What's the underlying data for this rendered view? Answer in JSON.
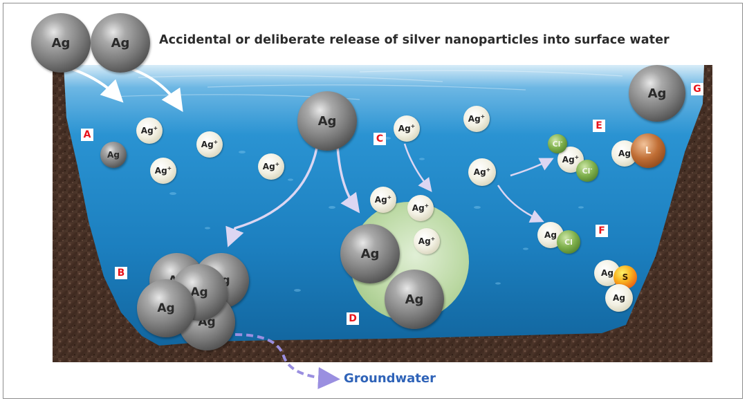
{
  "title": "Accidental or deliberate release of silver nanoparticles into surface water",
  "groundwater_label": "Groundwater",
  "labels": {
    "A": "A",
    "B": "B",
    "C": "C",
    "D": "D",
    "E": "E",
    "F": "F",
    "G": "G"
  },
  "particle_text": {
    "ag": "Ag",
    "ag_ion": "Ag",
    "ion_sup": "+",
    "cl": "Cl",
    "cl_sup": "-",
    "l": "L",
    "s": "S"
  },
  "colors": {
    "water": "#1f86c6",
    "water_top": "#cfe6f6",
    "rock": "#4a3328",
    "label_text": "#e8141c",
    "arrow": "#dcd6f2",
    "groundwater_arrow": "#9a8fe0",
    "groundwater_text": "#2f63b8"
  }
}
